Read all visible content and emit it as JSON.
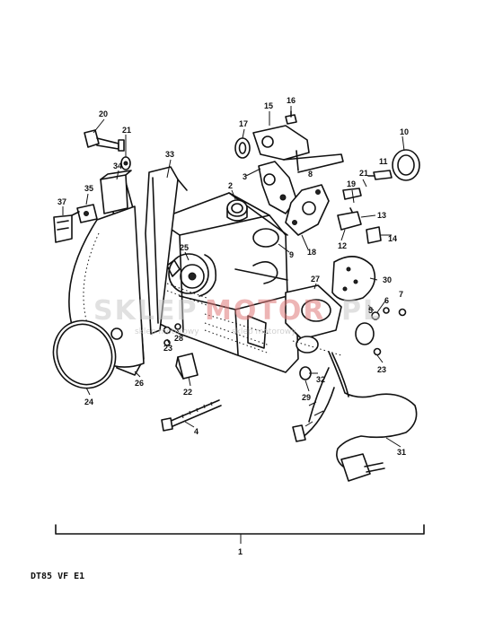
{
  "diagram": {
    "model_code": "DT85 VF E1",
    "assembly_label": "1",
    "watermark": {
      "brand_a": "SKLEP",
      "brand_b": "MOTOR",
      "brand_c": "PL",
      "tagline": "sklep motorowy"
    },
    "callouts": [
      {
        "id": "20",
        "text": "20"
      },
      {
        "id": "21a",
        "text": "21"
      },
      {
        "id": "33",
        "text": "33"
      },
      {
        "id": "34",
        "text": "34"
      },
      {
        "id": "35",
        "text": "35"
      },
      {
        "id": "37",
        "text": "37"
      },
      {
        "id": "17",
        "text": "17"
      },
      {
        "id": "15",
        "text": "15"
      },
      {
        "id": "16",
        "text": "16"
      },
      {
        "id": "3",
        "text": "3"
      },
      {
        "id": "2",
        "text": "2"
      },
      {
        "id": "8",
        "text": "8"
      },
      {
        "id": "10",
        "text": "10"
      },
      {
        "id": "21b",
        "text": "21"
      },
      {
        "id": "11",
        "text": "11"
      },
      {
        "id": "19",
        "text": "19"
      },
      {
        "id": "13",
        "text": "13"
      },
      {
        "id": "12",
        "text": "12"
      },
      {
        "id": "14",
        "text": "14"
      },
      {
        "id": "18",
        "text": "18"
      },
      {
        "id": "9",
        "text": "9"
      },
      {
        "id": "25",
        "text": "25"
      },
      {
        "id": "30",
        "text": "30"
      },
      {
        "id": "27",
        "text": "27"
      },
      {
        "id": "6",
        "text": "6"
      },
      {
        "id": "7",
        "text": "7"
      },
      {
        "id": "5",
        "text": "5"
      },
      {
        "id": "28",
        "text": "28"
      },
      {
        "id": "23a",
        "text": "23"
      },
      {
        "id": "23b",
        "text": "23"
      },
      {
        "id": "26",
        "text": "26"
      },
      {
        "id": "22",
        "text": "22"
      },
      {
        "id": "24",
        "text": "24"
      },
      {
        "id": "4",
        "text": "4"
      },
      {
        "id": "32",
        "text": "32"
      },
      {
        "id": "29",
        "text": "29"
      },
      {
        "id": "31",
        "text": "31"
      }
    ]
  }
}
